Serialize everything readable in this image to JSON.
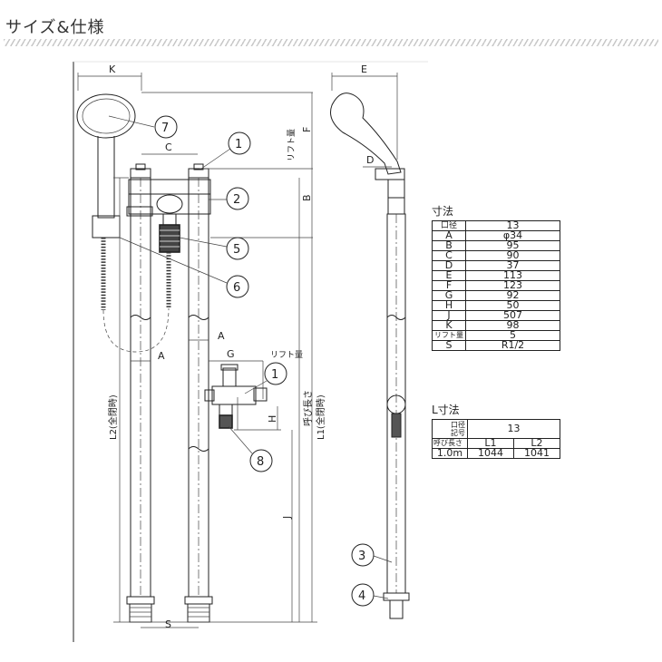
{
  "header": {
    "title": "サイズ&仕様"
  },
  "balloons": {
    "b1_top": "1",
    "b2": "2",
    "b5": "5",
    "b6": "6",
    "b7": "7",
    "b1_low": "1",
    "b8": "8",
    "b3": "3",
    "b4": "4"
  },
  "dim_labels": {
    "K": "K",
    "C": "C",
    "E": "E",
    "F": "F",
    "B": "B",
    "D": "D",
    "A_left": "A",
    "A_right": "A",
    "G": "G",
    "H": "H",
    "J": "J",
    "S": "S",
    "lift_top": "リフト量",
    "lift_g": "リフト量",
    "L2": "L2(全閉時)",
    "L1": "L1(全閉時)",
    "spout": "呼び長さ"
  },
  "dimensions_table": {
    "title": "寸法",
    "header": [
      "口径",
      "13"
    ],
    "rows": [
      [
        "A",
        "φ34"
      ],
      [
        "B",
        "95"
      ],
      [
        "C",
        "90"
      ],
      [
        "D",
        "37"
      ],
      [
        "E",
        "113"
      ],
      [
        "F",
        "123"
      ],
      [
        "G",
        "92"
      ],
      [
        "H",
        "50"
      ],
      [
        "J",
        "507"
      ],
      [
        "K",
        "98"
      ],
      [
        "リフト量",
        "5"
      ],
      [
        "S",
        "R1/2"
      ]
    ]
  },
  "l_table": {
    "title": "L寸法",
    "corner_top": "口径",
    "corner_mid": "記号",
    "corner_bottom": "呼び長さ",
    "bore": "13",
    "cols": [
      "L1",
      "L2"
    ],
    "rows": [
      [
        "1.0m",
        "1044",
        "1041"
      ]
    ]
  }
}
